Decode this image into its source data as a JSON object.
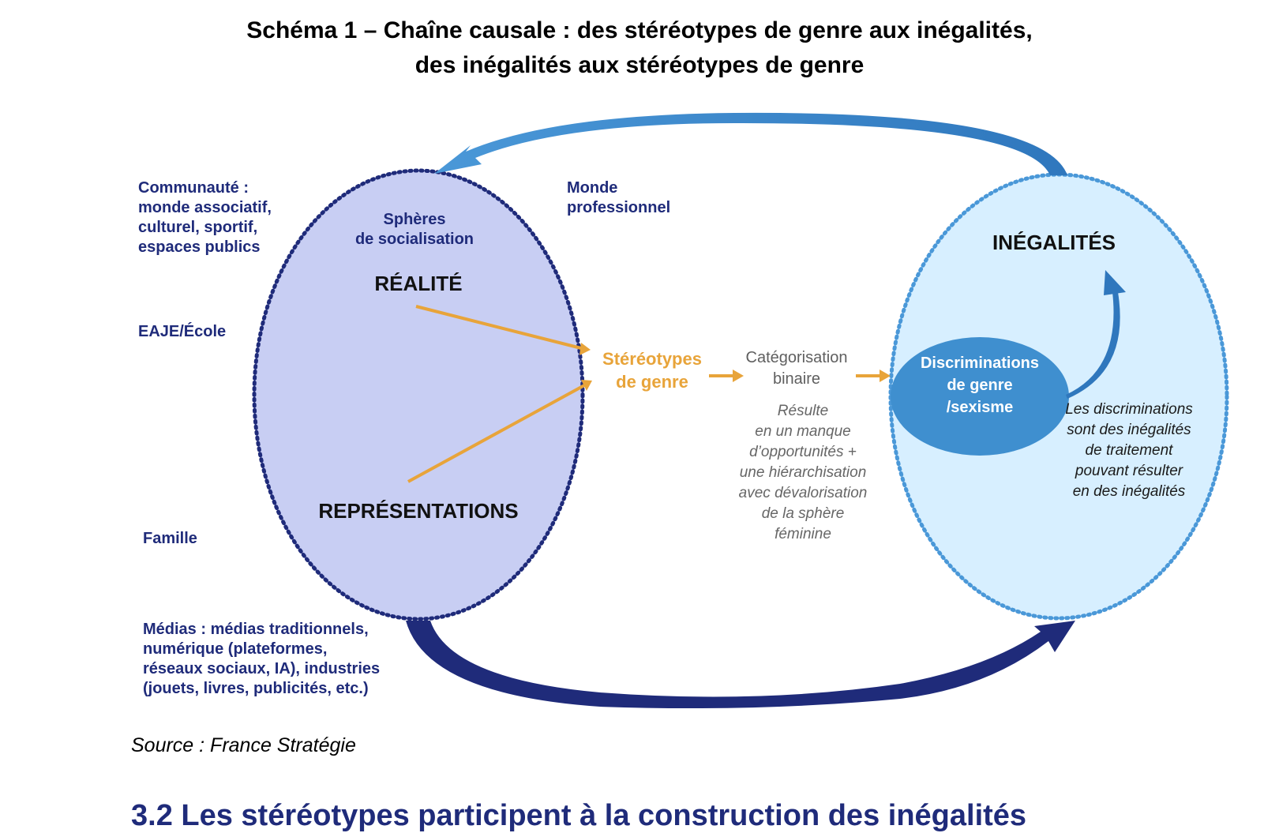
{
  "title": {
    "line1": "Schéma 1 – Chaîne causale : des stéréotypes de genre aux inégalités,",
    "line2": "des inégalités aux stéréotypes de genre"
  },
  "left_labels": {
    "communaute": [
      "Communauté :",
      "monde associatif,",
      "culturel, sportif,",
      "espaces publics"
    ],
    "monde_pro": [
      "Monde",
      "professionnel"
    ],
    "eaje": "EAJE/École",
    "famille": "Famille",
    "medias": [
      "Médias : médias traditionnels,",
      "numérique (plateformes,",
      "réseaux sociaux, IA), industries",
      "(jouets, livres, publicités, etc.)"
    ]
  },
  "left_ellipse": {
    "spheres": [
      "Sphères",
      "de socialisation"
    ],
    "realite": "RÉALITÉ",
    "representations": "REPRÉSENTATIONS"
  },
  "middle": {
    "stereotypes": [
      "Stéréotypes",
      "de genre"
    ],
    "categorisation": [
      "Catégorisation",
      "binaire"
    ],
    "resulte": [
      "Résulte",
      "en un manque",
      "d’opportunités +",
      "une hiérarchisation",
      "avec dévalorisation",
      "de la sphère",
      "féminine"
    ]
  },
  "right_ellipse": {
    "inegalites": "INÉGALITÉS",
    "discriminations": [
      "Discriminations",
      "de genre",
      "/sexisme"
    ],
    "note": [
      "Les discriminations",
      "sont des inégalités",
      "de traitement",
      "pouvant résulter",
      "en des inégalités"
    ]
  },
  "source": "Source : France Stratégie",
  "next_section_heading": "3.2 Les stéréotypes participent à la construction des inégalités",
  "colors": {
    "navy": "#1f2b7a",
    "left_fill": "#c8cef3",
    "right_fill": "#d7efff",
    "orange": "#e8a43a",
    "blue_circle": "#3f8fcf",
    "arrow_top": "#4a98d8",
    "arrow_bottom": "#1f2b7a"
  }
}
